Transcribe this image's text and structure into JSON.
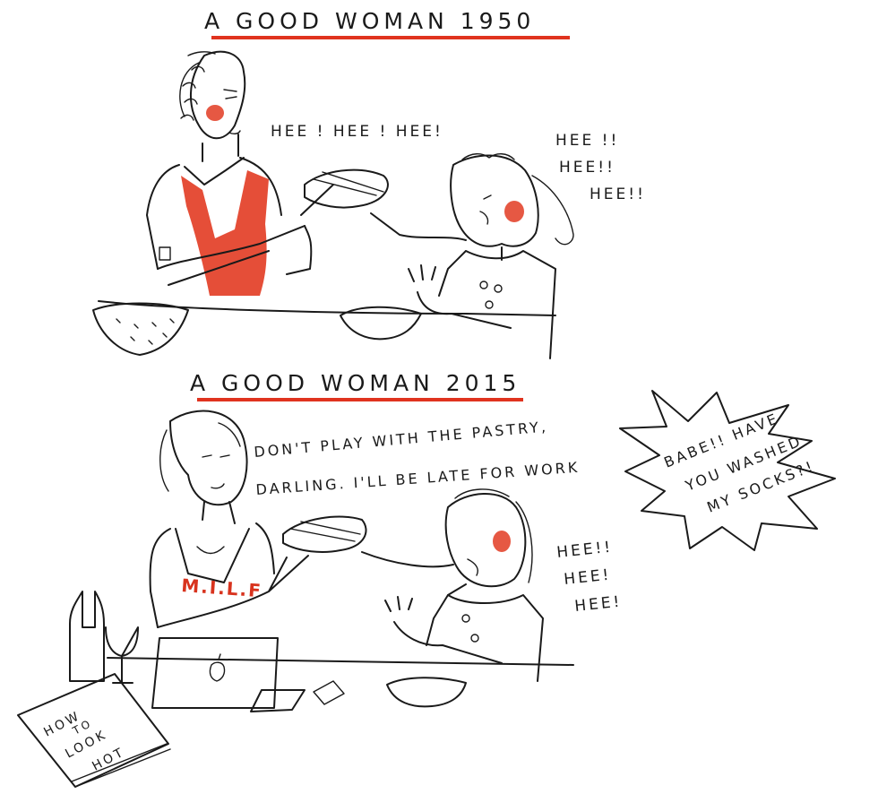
{
  "panel_1950": {
    "title": "A GOOD WOMAN 1950",
    "mother_speech": "HEE ! HEE ! HEE!",
    "child_speech": [
      "HEE !!",
      "HEE!!",
      "HEE!!"
    ]
  },
  "panel_2015": {
    "title": "A GOOD WOMAN 2015",
    "mother_speech": [
      "DON'T PLAY WITH THE PASTRY,",
      "DARLING. I'LL BE LATE FOR WORK"
    ],
    "child_speech": [
      "HEE!!",
      "HEE!",
      "HEE!"
    ],
    "shirt_text": "M.I.L.F",
    "magazine_text": [
      "HOW",
      "TO",
      "LOOK",
      "HOT"
    ],
    "burst_text": [
      "BABE!! HAVE",
      "YOU WASHED",
      "MY SOCKS?!"
    ]
  },
  "colors": {
    "accent_red": "#e0331f",
    "ink": "#1a1a1a",
    "background": "#ffffff"
  }
}
